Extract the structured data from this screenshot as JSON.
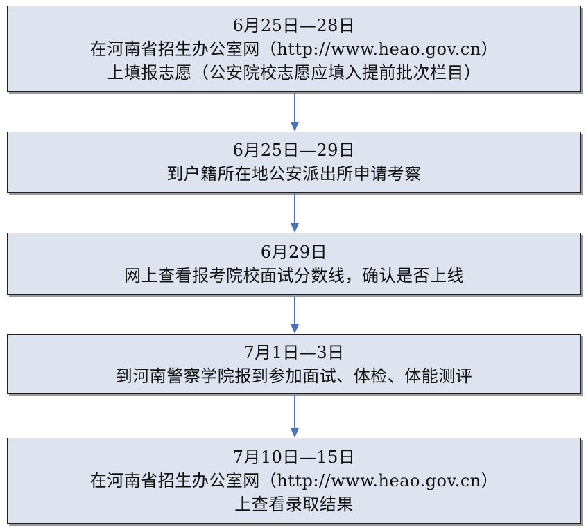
{
  "flowchart": {
    "steps": [
      {
        "lines": [
          "6月25日—28日",
          "在河南省招生办公室网（http://www.heao.gov.cn）",
          "上填报志愿（公安院校志愿应填入提前批次栏目）"
        ]
      },
      {
        "lines": [
          "6月25日—29日",
          "到户籍所在地公安派出所申请考察"
        ]
      },
      {
        "lines": [
          "6月29日",
          "网上查看报考院校面试分数线，确认是否上线"
        ]
      },
      {
        "lines": [
          "7月1日—3日",
          "到河南警察学院报到参加面试、体检、体能测评"
        ]
      },
      {
        "lines": [
          "7月10日—15日",
          "在河南省招生办公室网（http://www.heao.gov.cn）",
          "上查看录取结果"
        ]
      }
    ],
    "colors": {
      "box_fill": "#dde4ef",
      "box_border": "#1f1f1f",
      "arrow": "#4a73b8"
    }
  }
}
